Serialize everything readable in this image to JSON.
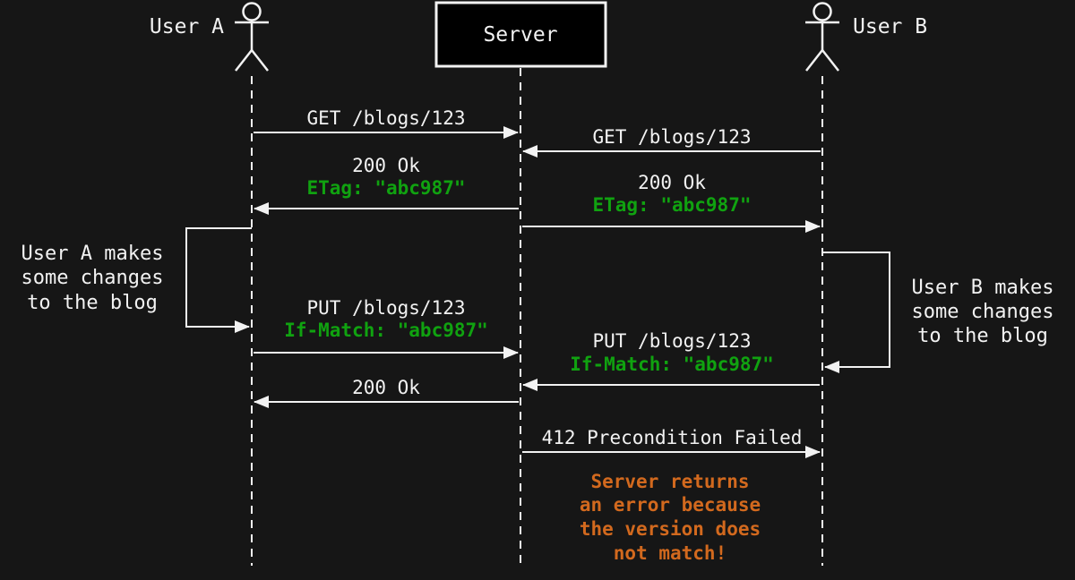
{
  "diagram": {
    "type": "sequence-diagram",
    "topic": "ETag optimistic concurrency control",
    "colors": {
      "background": "#161616",
      "foreground": "#f2f2f2",
      "box_fill": "#000000",
      "header_green": "#10a210",
      "error_orange": "#d2691e"
    },
    "actors": {
      "user_a": {
        "label": "User A"
      },
      "server": {
        "label": "Server"
      },
      "user_b": {
        "label": "User B"
      }
    },
    "messages": {
      "get_a": {
        "text": "GET /blogs/123"
      },
      "get_b": {
        "text": "GET /blogs/123"
      },
      "resp_a": {
        "status": "200 Ok",
        "header": "ETag: \"abc987\""
      },
      "resp_b": {
        "status": "200 Ok",
        "header": "ETag: \"abc987\""
      },
      "put_a": {
        "text": "PUT /blogs/123",
        "header": "If-Match: \"abc987\""
      },
      "put_b": {
        "text": "PUT /blogs/123",
        "header": "If-Match: \"abc987\""
      },
      "ok_a": {
        "text": "200 Ok"
      },
      "fail_b": {
        "text": "412 Precondition Failed"
      }
    },
    "notes": {
      "user_a_note": {
        "lines": [
          "User A makes",
          "some changes",
          "to the blog"
        ]
      },
      "user_b_note": {
        "lines": [
          "User B makes",
          "some changes",
          "to the blog"
        ]
      },
      "error_note": {
        "lines": [
          "Server returns",
          "an error because",
          "the version does",
          "not match!"
        ]
      }
    }
  }
}
